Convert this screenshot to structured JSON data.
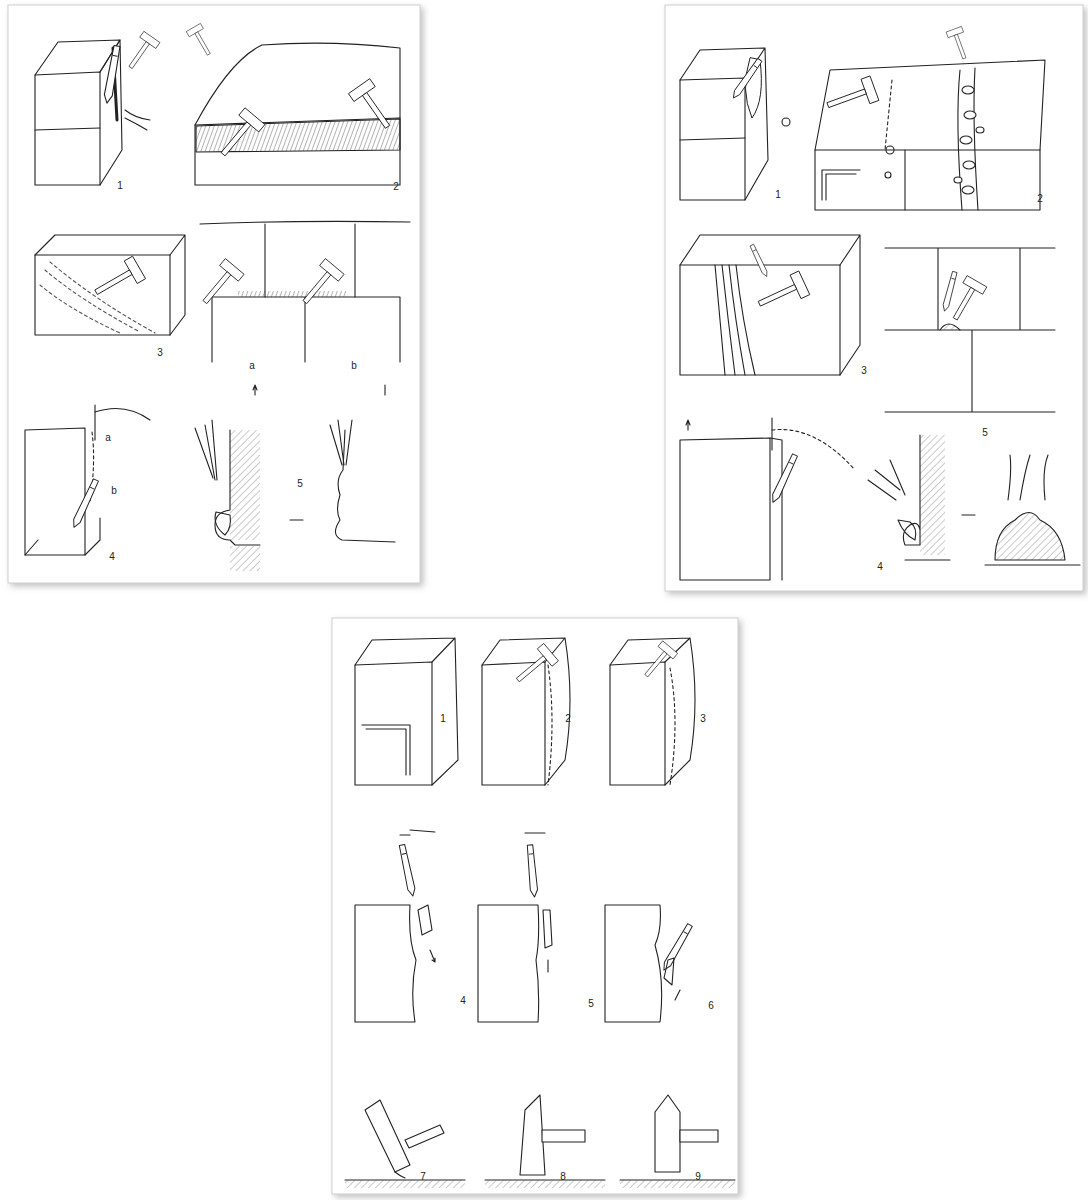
{
  "diagram": {
    "labels": [
      "1",
      "2",
      "3",
      "a",
      "b",
      "4",
      "a",
      "b",
      "5",
      "1",
      "2",
      "3",
      "5",
      "4",
      "1",
      "2",
      "3",
      "4",
      "5",
      "6",
      "7",
      "8",
      "9"
    ]
  }
}
